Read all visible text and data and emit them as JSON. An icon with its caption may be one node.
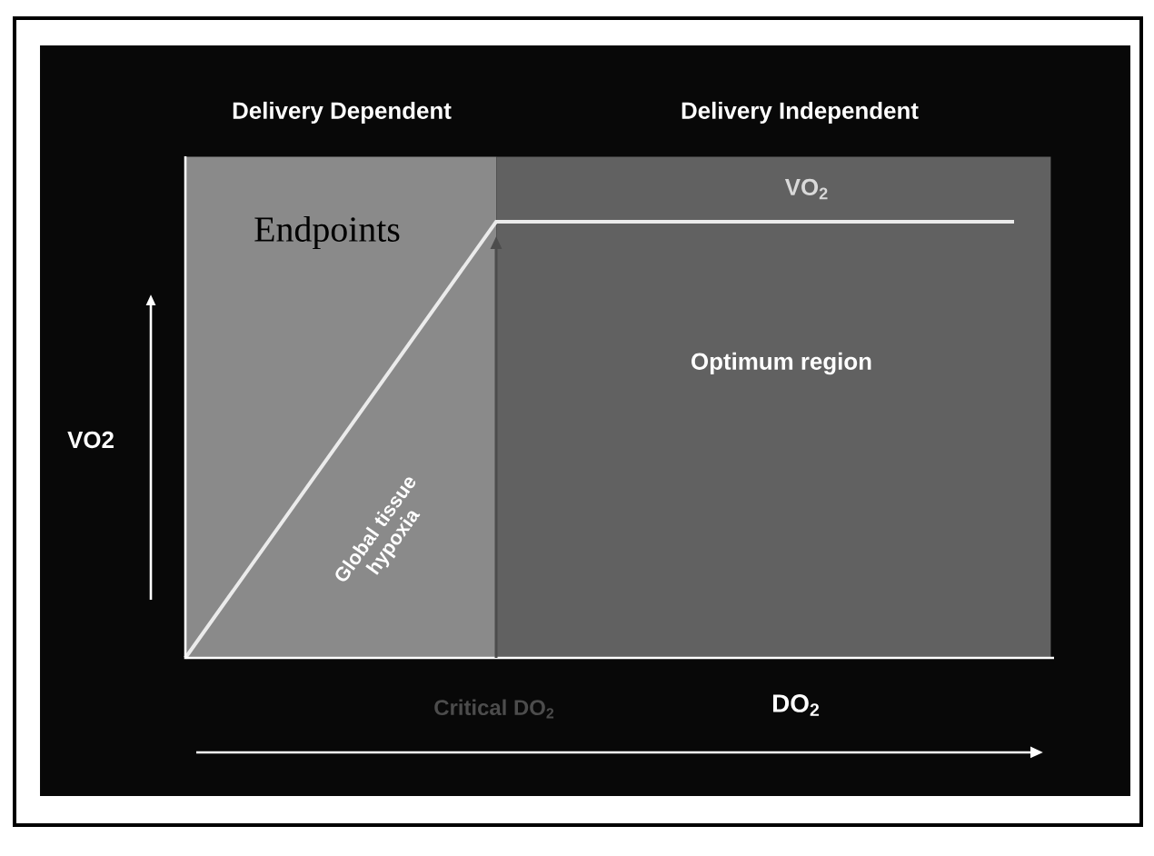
{
  "diagram": {
    "nodes": [
      {
        "text": [
          "Delivery Dependent",
          "Endpoints",
          "Global tissue hypoxia"
        ]
      },
      {
        "text": [
          "Delivery Independent",
          "VO$_{2}$",
          "Optimum region"
        ]
      }
    ],
    "labels": [
      "VO2",
      "Critical DO$_{2}$",
      "DO$_{2}$"
    ]
  }
}
